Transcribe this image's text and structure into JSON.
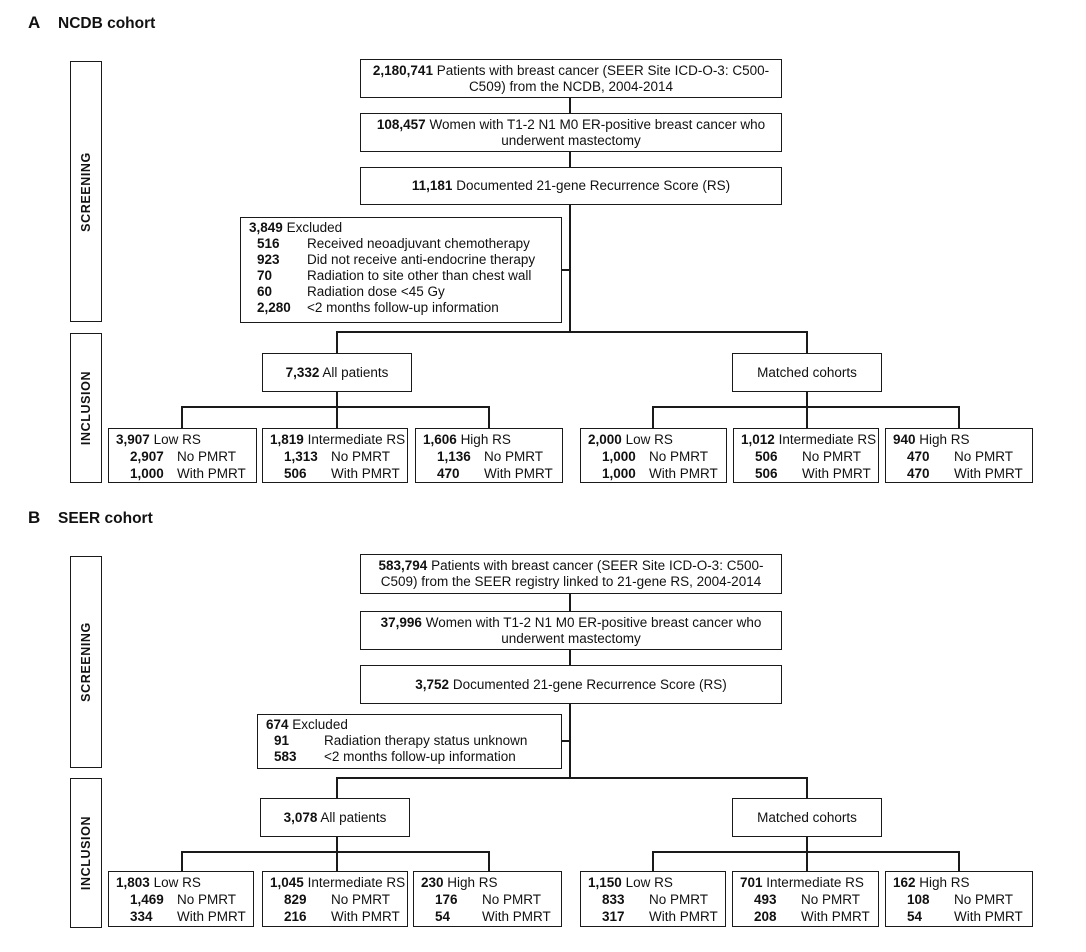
{
  "pmrt_labels": {
    "no": "No PMRT",
    "with": "With PMRT"
  },
  "panels": [
    {
      "label": "A",
      "title": "NCDB cohort",
      "sidebar": {
        "screening": "SCREENING",
        "inclusion": "INCLUSION"
      },
      "screening_boxes": [
        {
          "n": "2,180,741",
          "text": "Patients with breast cancer (SEER Site ICD-O-3: C500-C509) from the NCDB, 2004-2014"
        },
        {
          "n": "108,457",
          "text": "Women with T1-2 N1 M0 ER-positive breast cancer who underwent mastectomy"
        },
        {
          "n": "11,181",
          "text": "Documented 21-gene Recurrence Score (RS)"
        }
      ],
      "excluded": {
        "n": "3,849",
        "label": "Excluded",
        "reasons": [
          {
            "n": "516",
            "text": "Received neoadjuvant chemotherapy"
          },
          {
            "n": "923",
            "text": "Did not receive anti-endocrine therapy"
          },
          {
            "n": "70",
            "text": "Radiation to site other than chest wall"
          },
          {
            "n": "60",
            "text": "Radiation dose <45 Gy"
          },
          {
            "n": "2,280",
            "text": "<2 months follow-up information"
          }
        ]
      },
      "all_patients": {
        "n": "7,332",
        "label": "All patients"
      },
      "matched_cohorts_label": "Matched cohorts",
      "groups_all": [
        {
          "n": "3,907",
          "label": "Low RS",
          "no_pmrt": "2,907",
          "with_pmrt": "1,000"
        },
        {
          "n": "1,819",
          "label": "Intermediate RS",
          "no_pmrt": "1,313",
          "with_pmrt": "506"
        },
        {
          "n": "1,606",
          "label": "High RS",
          "no_pmrt": "1,136",
          "with_pmrt": "470"
        }
      ],
      "groups_matched": [
        {
          "n": "2,000",
          "label": "Low RS",
          "no_pmrt": "1,000",
          "with_pmrt": "1,000"
        },
        {
          "n": "1,012",
          "label": "Intermediate RS",
          "no_pmrt": "506",
          "with_pmrt": "506"
        },
        {
          "n": "940",
          "label": "High RS",
          "no_pmrt": "470",
          "with_pmrt": "470"
        }
      ]
    },
    {
      "label": "B",
      "title": "SEER cohort",
      "sidebar": {
        "screening": "SCREENING",
        "inclusion": "INCLUSION"
      },
      "screening_boxes": [
        {
          "n": "583,794",
          "text": "Patients with breast cancer (SEER Site ICD-O-3: C500-C509) from the SEER registry linked to 21-gene RS, 2004-2014"
        },
        {
          "n": "37,996",
          "text": "Women with T1-2 N1 M0 ER-positive breast cancer who underwent mastectomy"
        },
        {
          "n": "3,752",
          "text": "Documented 21-gene Recurrence Score (RS)"
        }
      ],
      "excluded": {
        "n": "674",
        "label": "Excluded",
        "reasons": [
          {
            "n": "91",
            "text": "Radiation therapy status unknown"
          },
          {
            "n": "583",
            "text": "<2 months follow-up information"
          }
        ]
      },
      "all_patients": {
        "n": "3,078",
        "label": "All patients"
      },
      "matched_cohorts_label": "Matched cohorts",
      "groups_all": [
        {
          "n": "1,803",
          "label": "Low RS",
          "no_pmrt": "1,469",
          "with_pmrt": "334"
        },
        {
          "n": "1,045",
          "label": "Intermediate RS",
          "no_pmrt": "829",
          "with_pmrt": "216"
        },
        {
          "n": "230",
          "label": "High RS",
          "no_pmrt": "176",
          "with_pmrt": "54"
        }
      ],
      "groups_matched": [
        {
          "n": "1,150",
          "label": "Low RS",
          "no_pmrt": "833",
          "with_pmrt": "317"
        },
        {
          "n": "701",
          "label": "Intermediate RS",
          "no_pmrt": "493",
          "with_pmrt": "208"
        },
        {
          "n": "162",
          "label": "High RS",
          "no_pmrt": "108",
          "with_pmrt": "54"
        }
      ]
    }
  ]
}
